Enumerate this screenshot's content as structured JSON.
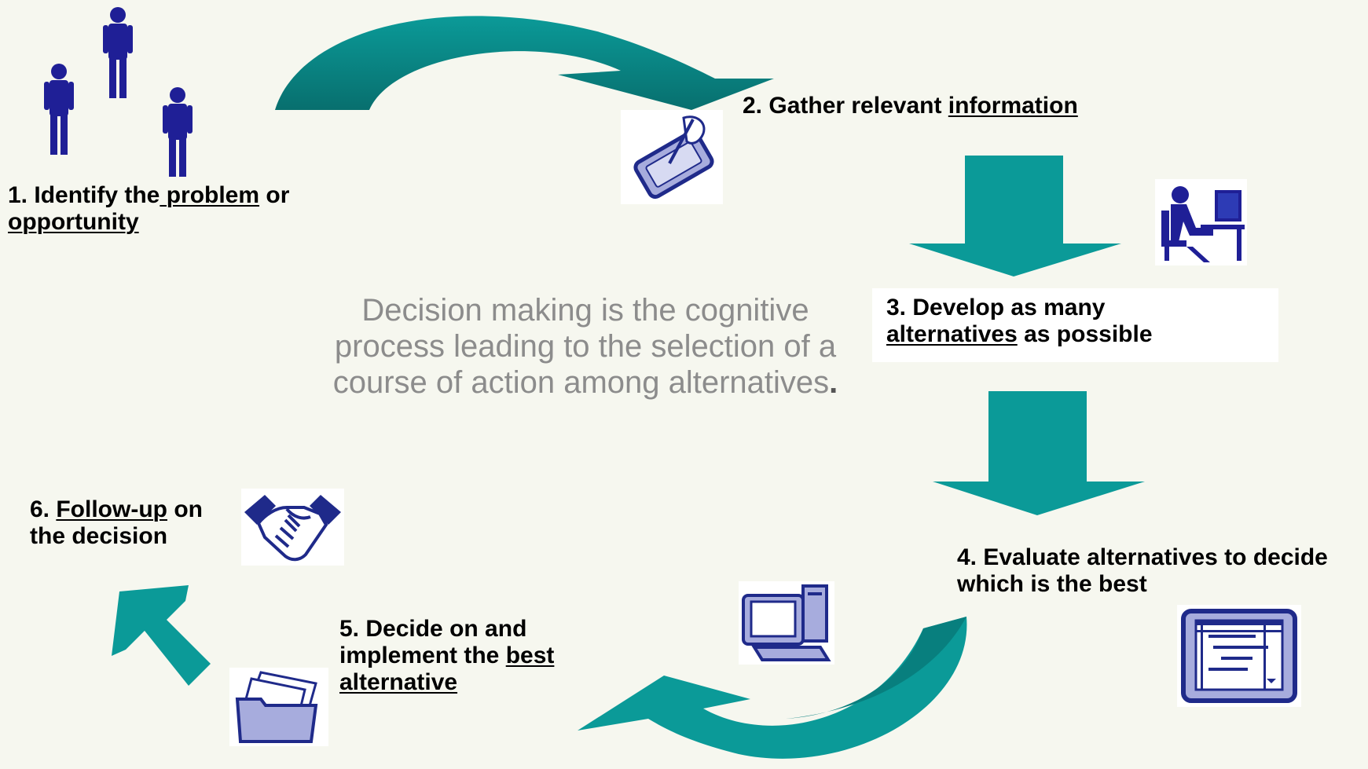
{
  "steps": {
    "s1": {
      "pre": "1. Identify the",
      "u1": " problem",
      "mid": " or",
      "u2": "opportunity"
    },
    "s2": {
      "pre": "2. Gather relevant ",
      "u1": "information"
    },
    "s3": {
      "line1": "3. Develop as many",
      "u1": "alternatives",
      "post": " as possible"
    },
    "s4": {
      "line1": "4. Evaluate alternatives to decide",
      "line2": "which is the best"
    },
    "s5": {
      "line1": "5. Decide on and",
      "pre2": "implement the ",
      "u1": "best",
      "u2": "alternative"
    },
    "s6": {
      "pre": "6. ",
      "u1": "Follow-up",
      "post": " on",
      "line2": "the decision"
    }
  },
  "center": {
    "text": "Decision making is the cognitive process leading to the selection of a course of action among alternatives",
    "period": "."
  },
  "colors": {
    "background": "#f6f7ef",
    "arrow": "#0b9a98",
    "arrow_dark": "#066f6f",
    "figure": "#1f1f96",
    "icon_fill": "#a7acdd",
    "icon_stroke": "#1f2a8a",
    "center_text": "#8c8c8c"
  },
  "icons": [
    "people-icon",
    "handheld-pen-icon",
    "person-at-desk-icon",
    "gantt-chart-icon",
    "desktop-computer-icon",
    "folders-icon",
    "handshake-icon"
  ]
}
